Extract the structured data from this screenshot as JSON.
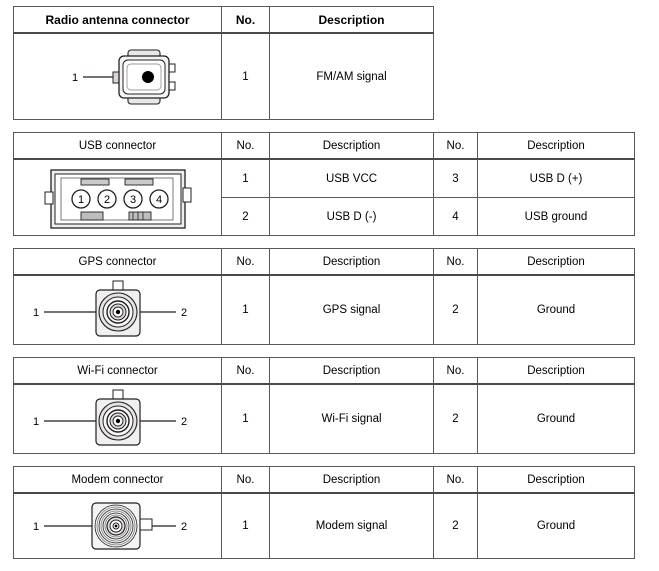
{
  "document": {
    "title": "Connector pinout tables",
    "tables": [
      {
        "id": "radio-antenna",
        "diagram": "radio-antenna-connector-diagram",
        "diagram_labels": [
          "1"
        ],
        "bold_header": true,
        "columns": 3,
        "headers": [
          "Radio antenna connector",
          "No.",
          "Description"
        ],
        "rows": [
          {
            "no": "1",
            "description": "FM/AM signal"
          }
        ]
      },
      {
        "id": "usb",
        "diagram": "usb-connector-diagram",
        "diagram_labels": [
          "1",
          "2",
          "3",
          "4"
        ],
        "bold_header": false,
        "columns": 5,
        "headers": [
          "USB connector",
          "No.",
          "Description",
          "No.",
          "Description"
        ],
        "rows": [
          {
            "no": "1",
            "description": "USB VCC",
            "no2": "3",
            "description2": "USB D (+)"
          },
          {
            "no": "2",
            "description": "USB D (-)",
            "no2": "4",
            "description2": "USB ground"
          }
        ]
      },
      {
        "id": "gps",
        "diagram": "gps-connector-diagram",
        "diagram_labels": [
          "1",
          "2"
        ],
        "bold_header": false,
        "columns": 5,
        "headers": [
          "GPS connector",
          "No.",
          "Description",
          "No.",
          "Description"
        ],
        "rows": [
          {
            "no": "1",
            "description": "GPS signal",
            "no2": "2",
            "description2": "Ground"
          }
        ]
      },
      {
        "id": "wifi",
        "diagram": "wifi-connector-diagram",
        "diagram_labels": [
          "1",
          "2"
        ],
        "bold_header": false,
        "columns": 5,
        "headers": [
          "Wi-Fi connector",
          "No.",
          "Description",
          "No.",
          "Description"
        ],
        "rows": [
          {
            "no": "1",
            "description": "Wi-Fi signal",
            "no2": "2",
            "description2": "Ground"
          }
        ]
      },
      {
        "id": "modem",
        "diagram": "modem-connector-diagram",
        "diagram_labels": [
          "1",
          "2"
        ],
        "bold_header": false,
        "columns": 5,
        "headers": [
          "Modem connector",
          "No.",
          "Description",
          "No.",
          "Description"
        ],
        "rows": [
          {
            "no": "1",
            "description": "Modem signal",
            "no2": "2",
            "description2": "Ground"
          }
        ]
      }
    ]
  },
  "colors": {
    "border": "#231f20",
    "inner_border": "#5a5a5a",
    "text": "#000000",
    "background": "#ffffff",
    "diagram_fill": "#f2f2f2",
    "diagram_line": "#231f20"
  }
}
